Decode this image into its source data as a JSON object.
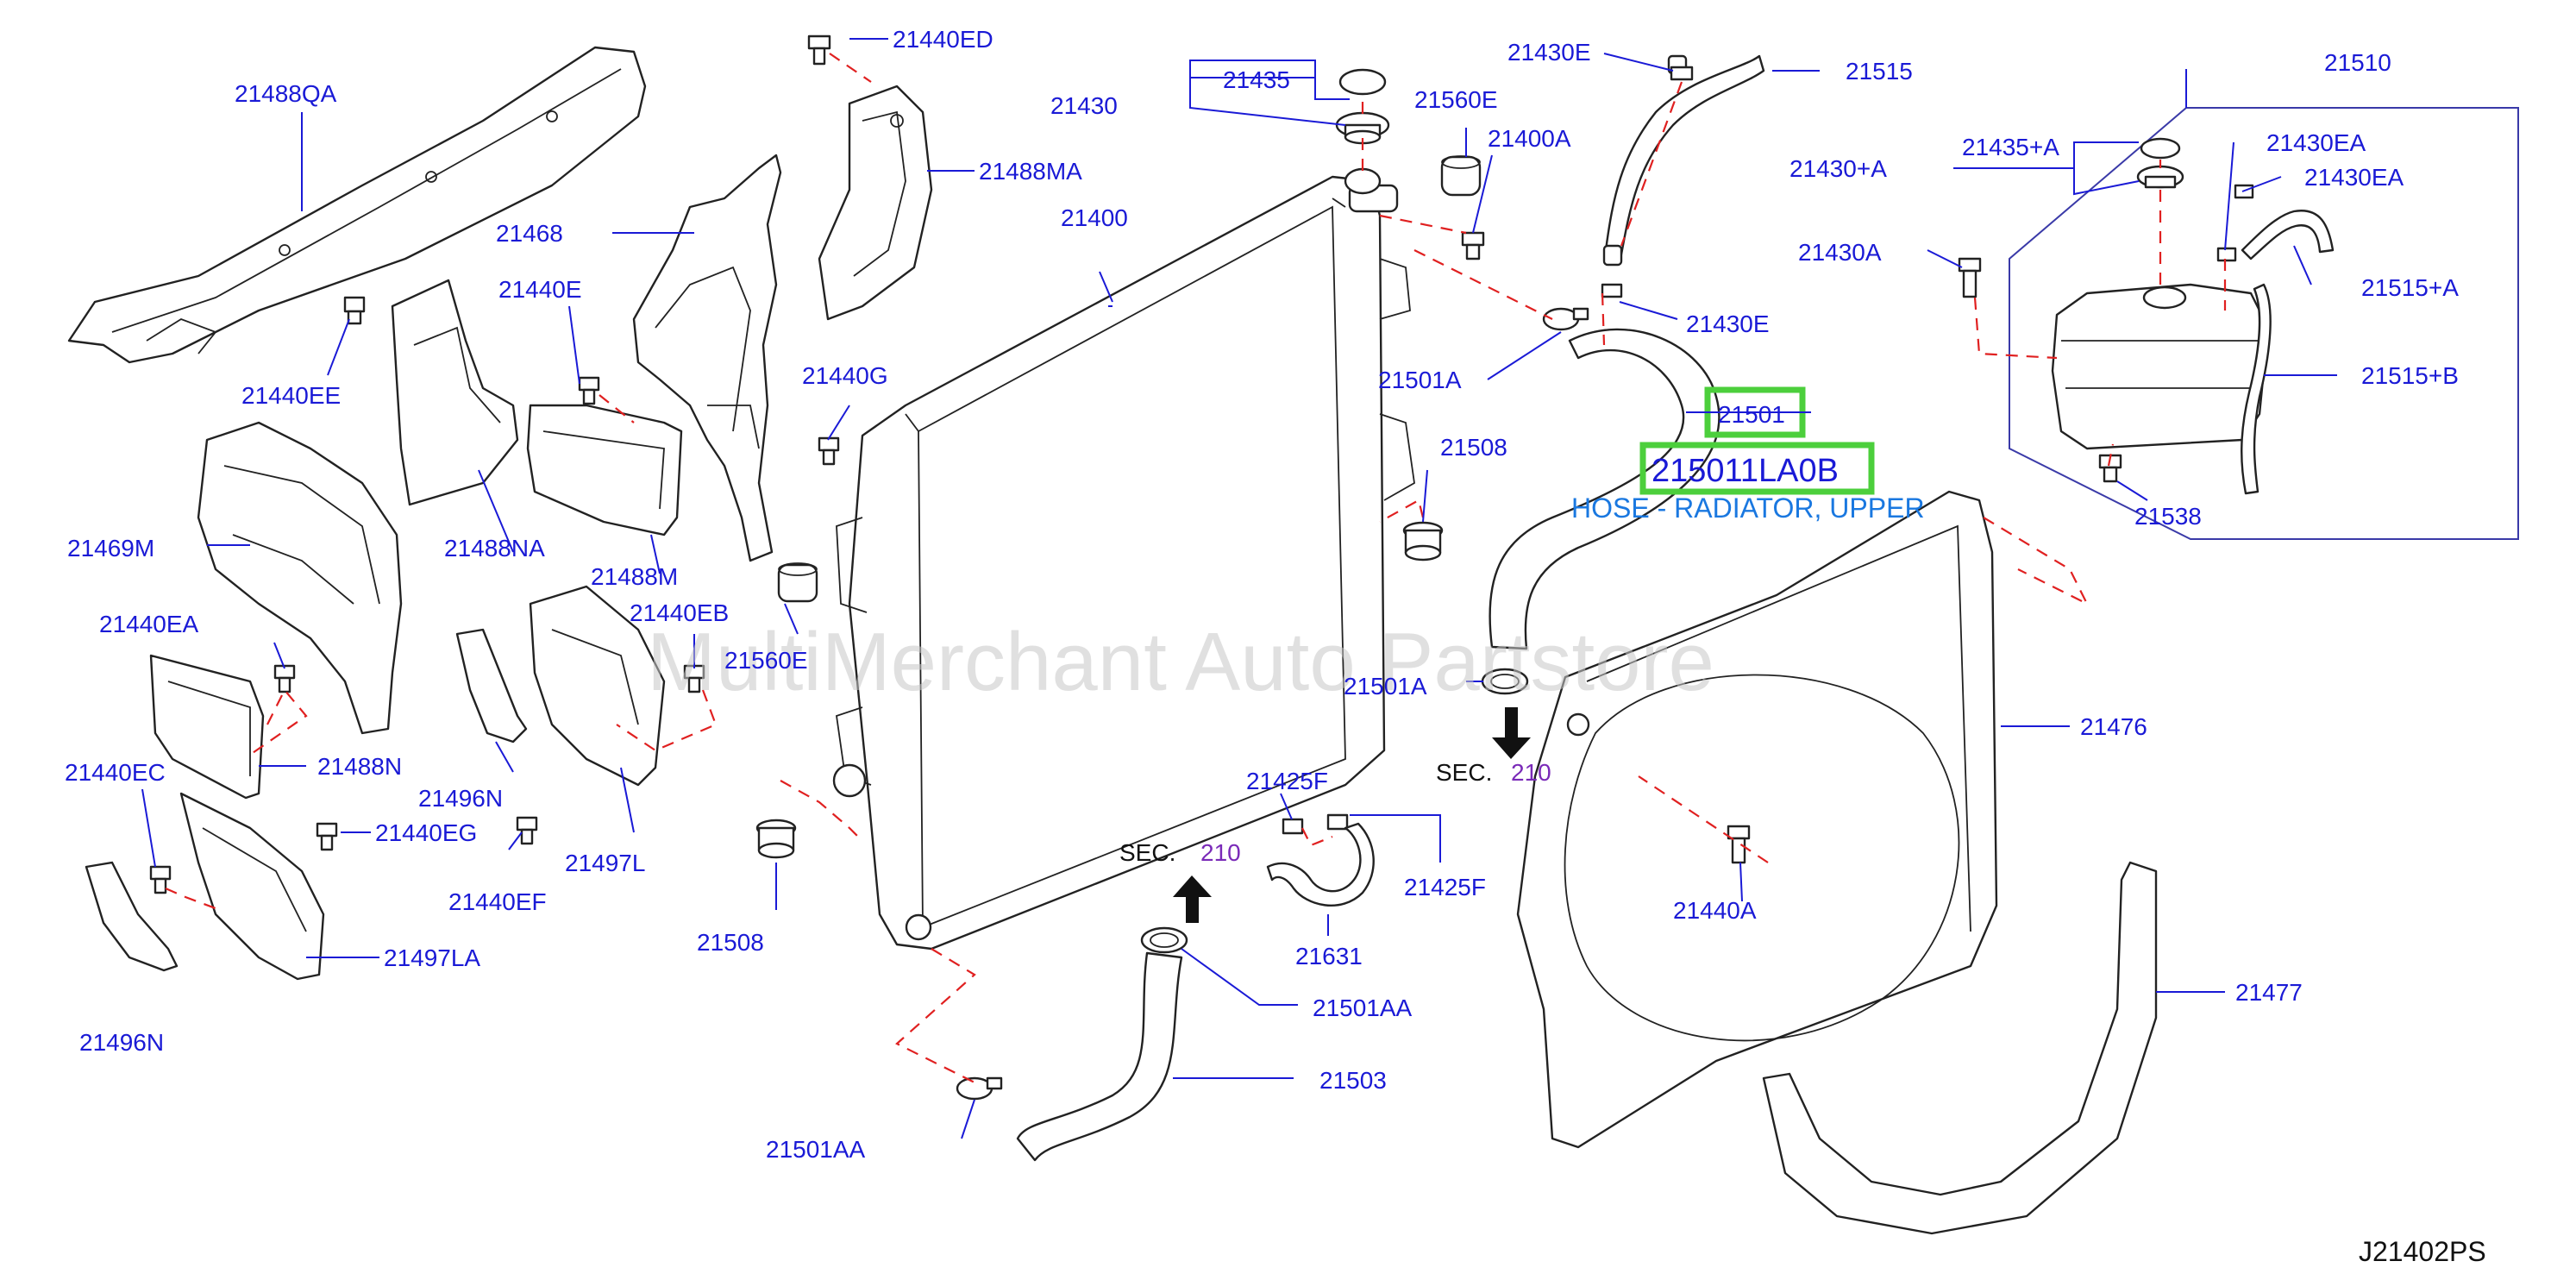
{
  "diagram": {
    "labels": {
      "l_21488QA": "21488QA",
      "l_21440ED": "21440ED",
      "l_21488MA": "21488MA",
      "l_21468": "21468",
      "l_21440E": "21440E",
      "l_21440EE": "21440EE",
      "l_21488NA": "21488NA",
      "l_21469M": "21469M",
      "l_21488M": "21488M",
      "l_21440EB": "21440EB",
      "l_21440EA": "21440EA",
      "l_21560E_lower": "21560E",
      "l_21488N": "21488N",
      "l_21496N_mid": "21496N",
      "l_21440EC": "21440EC",
      "l_21440EG": "21440EG",
      "l_21497L": "21497L",
      "l_21440EF": "21440EF",
      "l_21497LA": "21497LA",
      "l_21496N_low": "21496N",
      "l_21435": "21435",
      "l_21430": "21430",
      "l_21560E_top": "21560E",
      "l_21400A": "21400A",
      "l_21400": "21400",
      "l_21440G": "21440G",
      "l_21508_left": "21508",
      "l_21430E_top": "21430E",
      "l_21515": "21515",
      "l_21430E_mid": "21430E",
      "l_21501A_top": "21501A",
      "l_21508_mid": "21508",
      "l_21501A_low": "21501A",
      "l_21425F_top": "21425F",
      "l_21425F_right": "21425F",
      "l_21631": "21631",
      "l_21501AA_mid": "21501AA",
      "l_21503": "21503",
      "l_21501AA_low": "21501AA",
      "l_21510": "21510",
      "l_21435A": "21435+A",
      "l_21430A_plus": "21430+A",
      "l_21430EA_1": "21430EA",
      "l_21430EA_2": "21430EA",
      "l_21430A": "21430A",
      "l_21515A": "21515+A",
      "l_21515B": "21515+B",
      "l_21538": "21538",
      "l_21476": "21476",
      "l_21440A": "21440A",
      "l_21477": "21477"
    },
    "sec_upper": {
      "word": "SEC.",
      "num": "210"
    },
    "sec_lower": {
      "word": "SEC.",
      "num": "210"
    },
    "highlight": {
      "part_number": "21501",
      "oem_number": "215011LA0B",
      "description": "HOSE - RADIATOR, UPPER"
    },
    "watermark": "MultiMerchant Auto Partstore",
    "diagram_code": "J21402PS",
    "colors": {
      "label_blue": "#1a1ad6",
      "description_blue": "#1a78e0",
      "dashed_red": "#e02020",
      "highlight_green": "#4ccf3c",
      "section_purple": "#7a2ab8"
    }
  }
}
